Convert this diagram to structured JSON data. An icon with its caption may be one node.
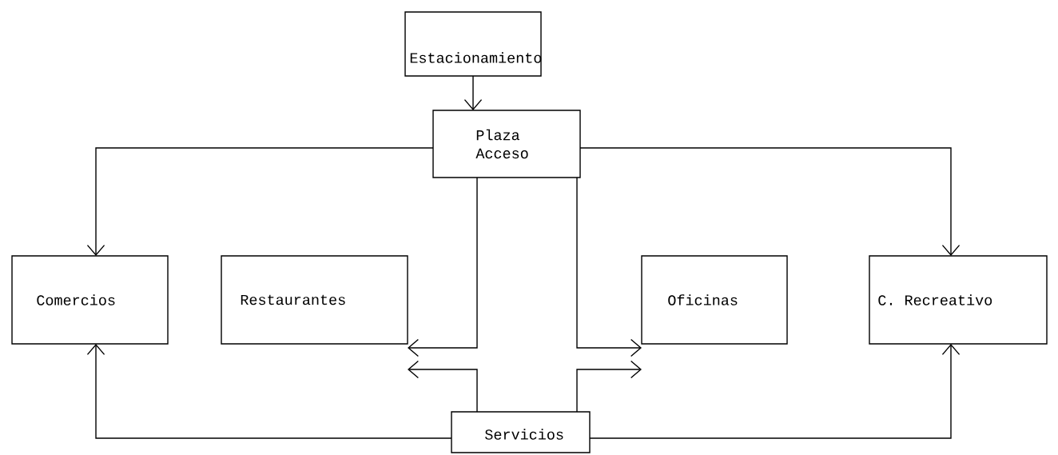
{
  "diagram": {
    "nodes": [
      {
        "text": [
          "Estacionamiento"
        ]
      },
      {
        "text": [
          "Plaza Acceso"
        ]
      },
      {
        "text": [
          "Comercios"
        ]
      },
      {
        "text": [
          "Restaurantes"
        ]
      },
      {
        "text": [
          "Oficinas"
        ]
      },
      {
        "text": [
          "C. Recreativo"
        ]
      },
      {
        "text": [
          "Servicios"
        ]
      }
    ],
    "edges": [
      {
        "from": 0,
        "to": 1,
        "arrow": "to"
      },
      {
        "from": 1,
        "to": 2,
        "arrow": "to"
      },
      {
        "from": 1,
        "to": 3,
        "arrow": "to"
      },
      {
        "from": 1,
        "to": 4,
        "arrow": "to"
      },
      {
        "from": 1,
        "to": 5,
        "arrow": "to"
      },
      {
        "from": 6,
        "to": 2,
        "arrow": "to"
      },
      {
        "from": 6,
        "to": 3,
        "arrow": "to"
      },
      {
        "from": 6,
        "to": 4,
        "arrow": "to"
      },
      {
        "from": 6,
        "to": 5,
        "arrow": "to"
      }
    ]
  }
}
